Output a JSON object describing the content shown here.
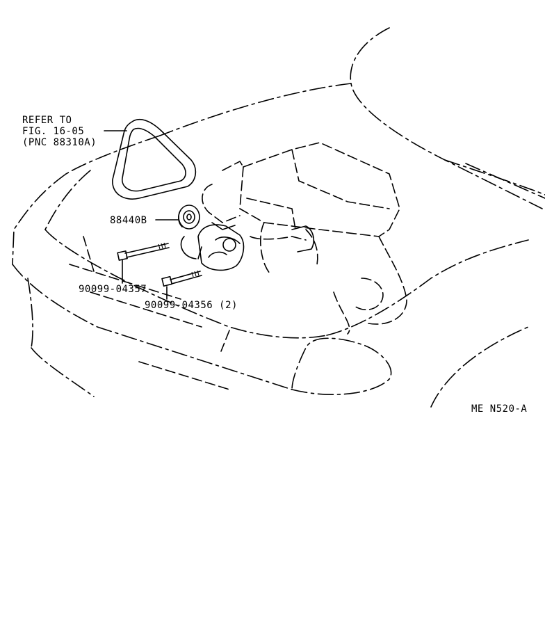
{
  "labels": {
    "refer_line1": "REFER TO",
    "refer_line2": "FIG. 16-05",
    "refer_line3": "(PNC 88310A)",
    "part_idler": "88440B",
    "part_bolt_a": "90099-04357",
    "part_bolt_b": "90099-04356 (2)",
    "diagram_code": "ME N520-A"
  }
}
